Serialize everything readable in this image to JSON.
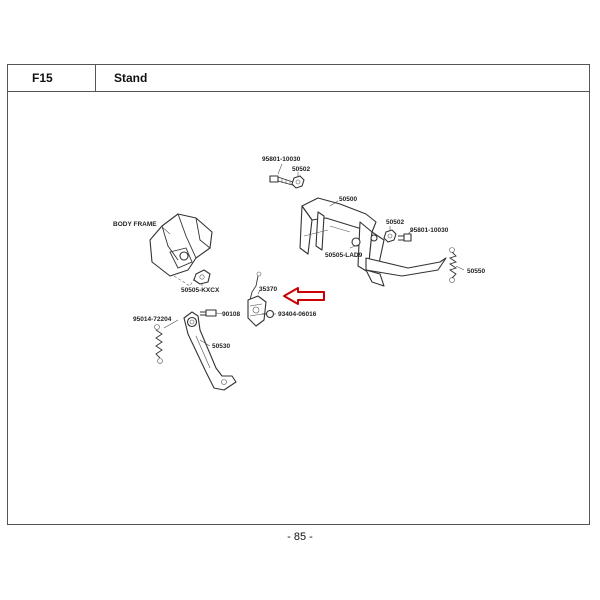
{
  "header": {
    "code": "F15",
    "title": "Stand"
  },
  "footer": {
    "page": "- 85 -"
  },
  "diagram": {
    "labels": {
      "body_frame": "BODY FRAME",
      "p95801_top": "95801-10030",
      "p50502_top": "50502",
      "p50500": "50500",
      "p50502_right": "50502",
      "p95801_right": "95801-10030",
      "p50505_lad9": "50505-LAD9",
      "p50550": "50550",
      "p50505_kxcx": "50505-KXCX",
      "p35370": "35370",
      "p95014": "95014-72204",
      "p90108": "90108",
      "p93404": "93404-06016",
      "p50530": "50530"
    },
    "highlight_color": "#cc0000"
  }
}
